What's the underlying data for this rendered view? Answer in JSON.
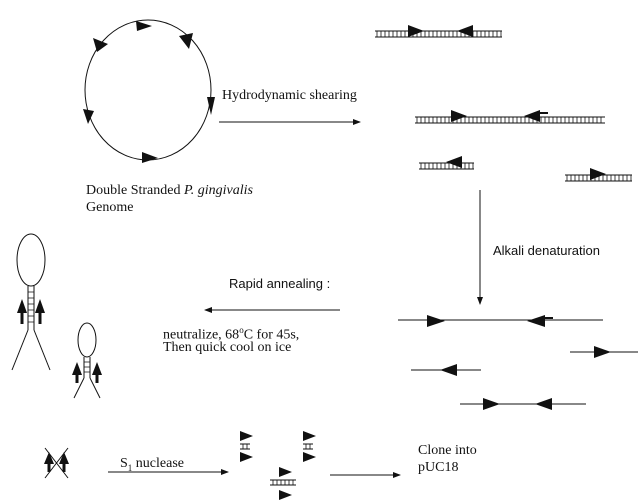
{
  "labels": {
    "shearing": "Hydrodynamic shearing",
    "genome_prefix": "Double Stranded ",
    "genome_species": "P. gingivalis",
    "genome_suffix": "Genome",
    "alkali": "Alkali denaturation",
    "annealing_title": "Rapid annealing :",
    "annealing_line1": "neutralize, 68",
    "annealing_degree": "o",
    "annealing_line1_end": "C for 45s,",
    "annealing_line2": "Then quick cool on ice",
    "nuclease_prefix": "S",
    "nuclease_sub": "1",
    "nuclease_suffix": " nuclease",
    "clone_line1": "Clone into",
    "clone_line2": "pUC18"
  },
  "colors": {
    "ink": "#111111",
    "background": "#ffffff"
  }
}
